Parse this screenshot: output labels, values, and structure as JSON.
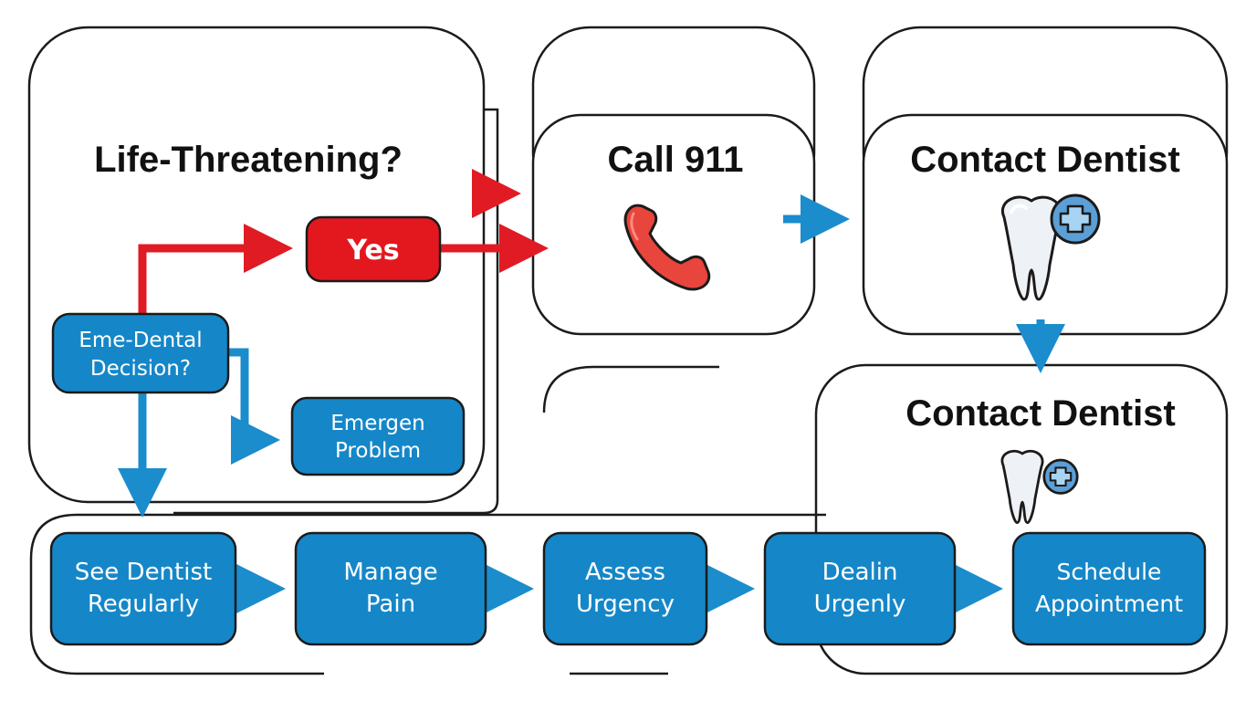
{
  "colors": {
    "outline": "#1b1b1b",
    "red": "#e01b24",
    "red_box": "#e3181f",
    "blue": "#1b8ccc",
    "blue_box": "#1587c8",
    "box_text": "#ffffff",
    "title_text": "#111111"
  },
  "panels": {
    "life_threatening_title": "Life-Threatening?",
    "call_911_title": "Call 911",
    "contact_dentist_title_top": "Contact Dentist",
    "contact_dentist_title_bottom": "Contact Dentist"
  },
  "boxes": {
    "yes": "Yes",
    "decision_line1": "Eme-Dental",
    "decision_line2": "Decision?",
    "emergency_line1": "Emergen",
    "emergency_line2": "Problem",
    "see_dentist_line1": "See Dentist",
    "see_dentist_line2": "Regularly",
    "manage_pain_line1": "Manage",
    "manage_pain_line2": "Pain",
    "assess_line1": "Assess",
    "assess_line2": "Urgency",
    "dealin_line1": "Dealin",
    "dealin_line2": "Urgenly",
    "schedule_line1": "Schedule",
    "schedule_line2": "Appointment"
  },
  "icons": {
    "phone": "phone-handset-icon",
    "tooth_top": "tooth-plus-icon",
    "tooth_bottom": "tooth-plus-icon"
  }
}
